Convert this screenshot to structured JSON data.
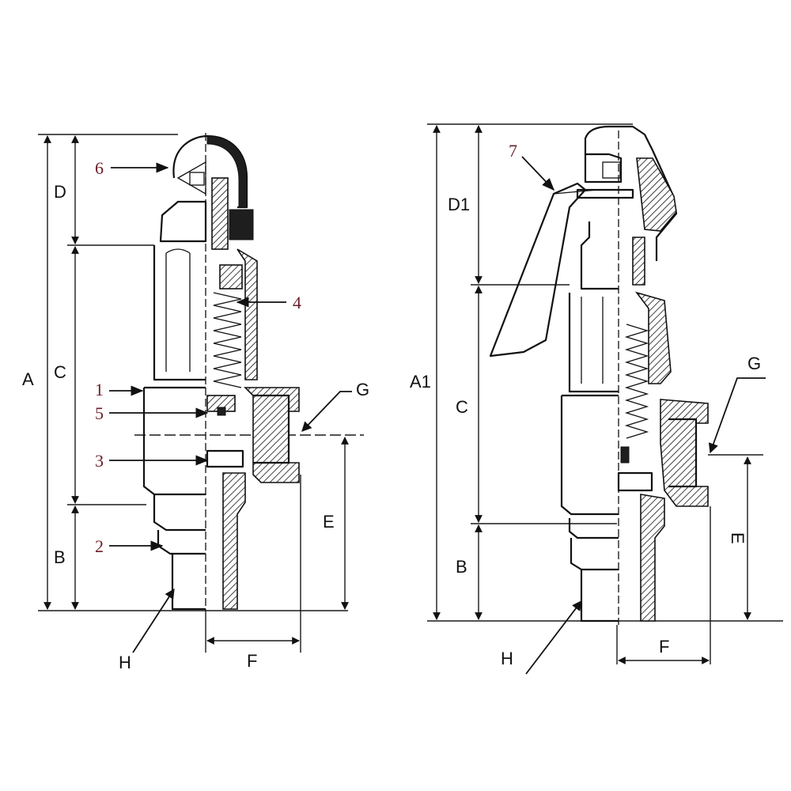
{
  "colors": {
    "line": "#111111",
    "part_number": "#6b1f2a",
    "background": "#ffffff"
  },
  "left_view": {
    "dimensions": {
      "A": "A",
      "C": "C",
      "D": "D",
      "B": "B",
      "E": "E",
      "F": "F",
      "G": "G",
      "H": "H"
    },
    "parts": [
      "6",
      "4",
      "1",
      "5",
      "3",
      "2"
    ]
  },
  "right_view": {
    "dimensions": {
      "A1": "A1",
      "D1": "D1",
      "C": "C",
      "B": "B",
      "E": "E",
      "F": "F",
      "G": "G",
      "H": "H"
    },
    "parts": [
      "7"
    ]
  }
}
